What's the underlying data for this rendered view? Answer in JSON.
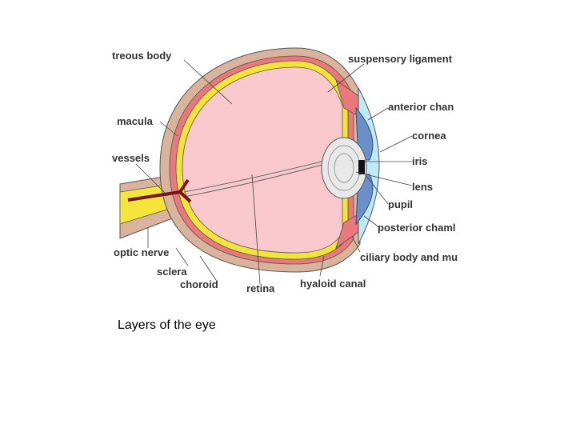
{
  "diagram": {
    "labels": {
      "vitreous_body": "treous body",
      "macula": "macula",
      "vessels": "vessels",
      "optic_nerve": "optic nerve",
      "sclera": "sclera",
      "choroid": "choroid",
      "retina": "retina",
      "hyaloid_canal": "hyaloid canal",
      "suspensory_ligament": "suspensory ligament",
      "anterior_chamber": "anterior chan",
      "cornea": "cornea",
      "iris": "iris",
      "lens": "lens",
      "pupil": "pupil",
      "posterior_chamber": "posterior chaml",
      "ciliary_body": "ciliary body and mu"
    },
    "colors": {
      "sclera": "#d9b39c",
      "choroid": "#e8787a",
      "retina": "#f2e33a",
      "vitreous": "#f8c8cc",
      "cornea": "#bfe9f4",
      "iris": "#6b8fc9",
      "lens": "#e8e8e8",
      "nerve": "#f5e53b",
      "vessel": "#7a1414"
    }
  },
  "caption": "Layers of the eye"
}
